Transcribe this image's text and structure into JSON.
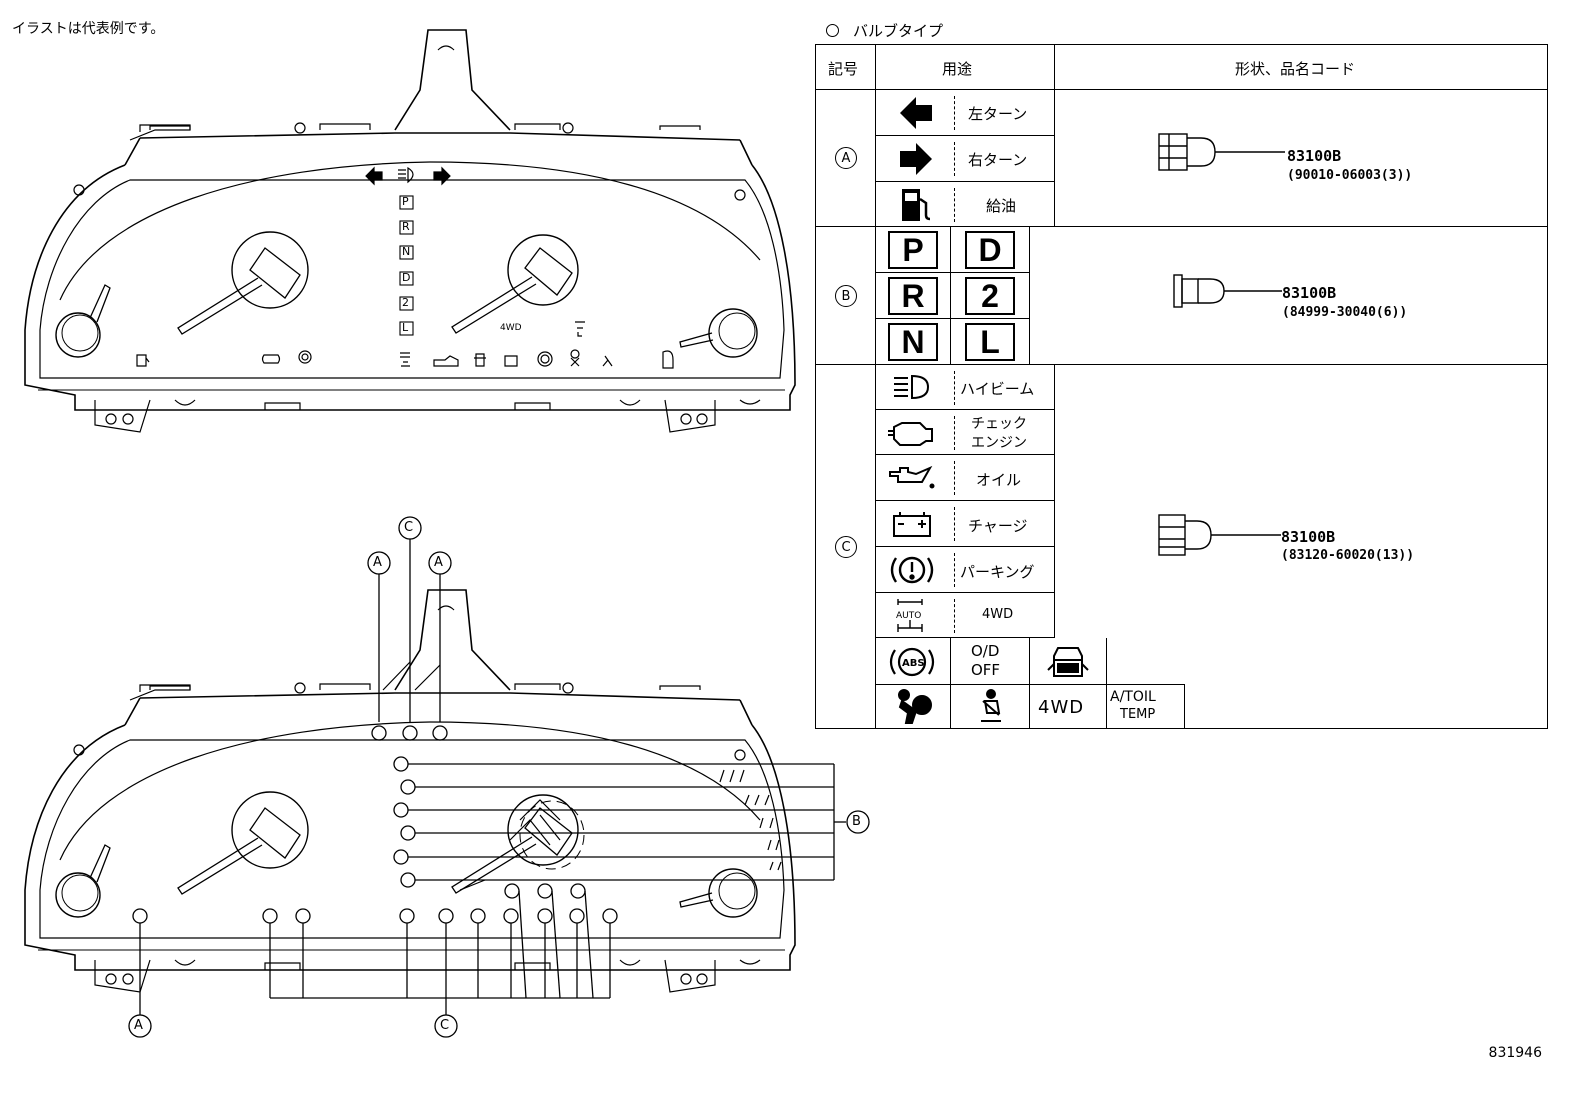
{
  "note": "イラストは代表例です。",
  "figure_number": "831946",
  "legend": {
    "title": "バルブタイプ",
    "headers": {
      "symbol": "記号",
      "usage": "用途",
      "shape": "形状、品名コード"
    },
    "groups": {
      "A": {
        "symbol": "A",
        "rows": [
          {
            "icon": "left-turn-arrow-icon",
            "label": "左ターン"
          },
          {
            "icon": "right-turn-arrow-icon",
            "label": "右ターン"
          },
          {
            "icon": "fuel-pump-icon",
            "label": "給油"
          }
        ],
        "part": "83100B",
        "part_sub": "(90010-06003(3))"
      },
      "B": {
        "symbol": "B",
        "gears": [
          "P",
          "D",
          "R",
          "2",
          "N",
          "L"
        ],
        "part": "83100B",
        "part_sub": "(84999-30040(6))"
      },
      "C": {
        "symbol": "C",
        "rows": [
          {
            "icon": "high-beam-icon",
            "label": "ハイビーム"
          },
          {
            "icon": "check-engine-icon",
            "label": "チェック",
            "label2": "エンジン"
          },
          {
            "icon": "oil-can-icon",
            "label": "オイル"
          },
          {
            "icon": "battery-icon",
            "label": "チャージ"
          },
          {
            "icon": "parking-brake-icon",
            "label": "パーキング"
          },
          {
            "icon": "auto-4wd-icon",
            "label": "4WD"
          }
        ],
        "extra": {
          "od_off_1": "O/D",
          "od_off_2": "OFF",
          "fwd": "4WD",
          "at_oil_1": "A/TOIL",
          "at_oil_2": "TEMP"
        },
        "part": "83100B",
        "part_sub": "(83120-60020(13))"
      }
    }
  },
  "diagram": {
    "top_gear_letters": [
      "P",
      "R",
      "N",
      "D",
      "2",
      "L"
    ],
    "cluster_text_4wd": "4WD",
    "callouts": {
      "A": "A",
      "B": "B",
      "C": "C"
    }
  }
}
